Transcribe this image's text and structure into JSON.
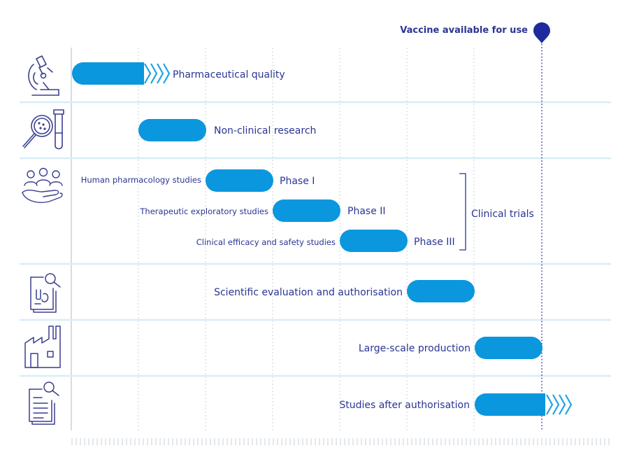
{
  "milestone": {
    "label": "Vaccine available for use"
  },
  "rows": [
    {
      "icon": "microscope-icon",
      "bars": [
        {
          "label": "Pharmaceutical quality",
          "continues": true
        }
      ]
    },
    {
      "icon": "magnifier-test-tube-icon",
      "bars": [
        {
          "label": "Non-clinical research",
          "continues": false
        }
      ]
    },
    {
      "icon": "people-hand-icon",
      "bars": [
        {
          "label": "Human pharmacology studies",
          "phase": "Phase I"
        },
        {
          "label": "Therapeutic exploratory studies",
          "phase": "Phase II"
        },
        {
          "label": "Clinical efficacy and safety studies",
          "phase": "Phase III"
        }
      ],
      "group_label": "Clinical trials"
    },
    {
      "icon": "document-search-icon",
      "bars": [
        {
          "label": "Scientific evaluation and authorisation",
          "continues": false
        }
      ]
    },
    {
      "icon": "factory-icon",
      "bars": [
        {
          "label": "Large-scale production",
          "continues": false
        }
      ]
    },
    {
      "icon": "report-search-icon",
      "bars": [
        {
          "label": "Studies after authorisation",
          "continues": true
        }
      ]
    }
  ],
  "colors": {
    "bar": "#0a97de",
    "chevron": "#1ea4e3",
    "text": "#2a3593",
    "marker": "#1e2b9c",
    "separator": "#d6eef9",
    "grid": "#c9d0dc",
    "icon": "#3a3f8f"
  }
}
